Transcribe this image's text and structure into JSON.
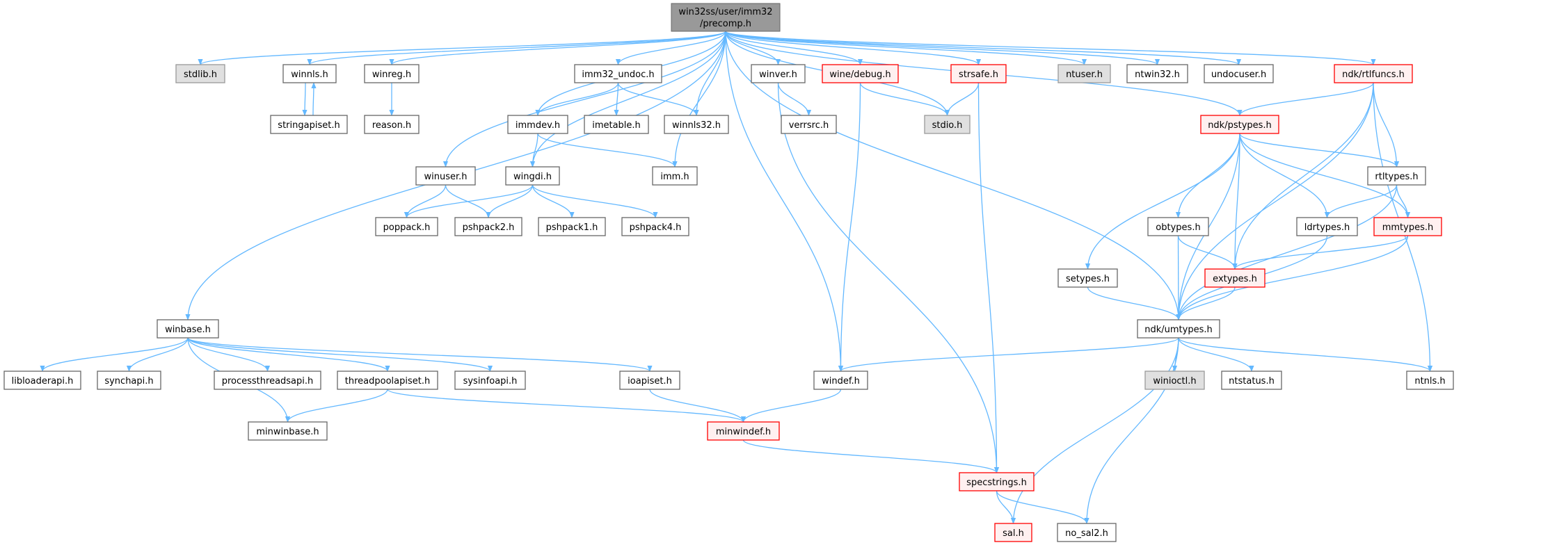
{
  "root": {
    "line1": "win32ss/user/imm32",
    "line2": "/precomp.h"
  },
  "colors": {
    "edge": "#63b8ff",
    "root_fill": "#999999",
    "root_border": "#666666",
    "normal_fill": "#ffffff",
    "normal_border": "#666666",
    "external_fill": "#e0e0e0",
    "external_border": "#999999",
    "incomplete_fill": "#fff0f0",
    "incomplete_border": "#ff0000"
  },
  "nodes": [
    {
      "id": "stdlib",
      "label": "stdlib.h",
      "kind": "external"
    },
    {
      "id": "winnls",
      "label": "winnls.h",
      "kind": "normal"
    },
    {
      "id": "winreg",
      "label": "winreg.h",
      "kind": "normal"
    },
    {
      "id": "imm32_undoc",
      "label": "imm32_undoc.h",
      "kind": "normal"
    },
    {
      "id": "winver",
      "label": "winver.h",
      "kind": "normal"
    },
    {
      "id": "winedebug",
      "label": "wine/debug.h",
      "kind": "incomplete"
    },
    {
      "id": "strsafe",
      "label": "strsafe.h",
      "kind": "incomplete"
    },
    {
      "id": "ntuser",
      "label": "ntuser.h",
      "kind": "external"
    },
    {
      "id": "ntwin32",
      "label": "ntwin32.h",
      "kind": "normal"
    },
    {
      "id": "undocuser",
      "label": "undocuser.h",
      "kind": "normal"
    },
    {
      "id": "rtlfuncs",
      "label": "ndk/rtlfuncs.h",
      "kind": "incomplete"
    },
    {
      "id": "stringapiset",
      "label": "stringapiset.h",
      "kind": "normal"
    },
    {
      "id": "reason",
      "label": "reason.h",
      "kind": "normal"
    },
    {
      "id": "immdev",
      "label": "immdev.h",
      "kind": "normal"
    },
    {
      "id": "imetable",
      "label": "imetable.h",
      "kind": "normal"
    },
    {
      "id": "winnls32",
      "label": "winnls32.h",
      "kind": "normal"
    },
    {
      "id": "verrsrc",
      "label": "verrsrc.h",
      "kind": "normal"
    },
    {
      "id": "stdio",
      "label": "stdio.h",
      "kind": "external"
    },
    {
      "id": "pstypes",
      "label": "ndk/pstypes.h",
      "kind": "incomplete"
    },
    {
      "id": "winuser",
      "label": "winuser.h",
      "kind": "normal"
    },
    {
      "id": "wingdi",
      "label": "wingdi.h",
      "kind": "normal"
    },
    {
      "id": "imm",
      "label": "imm.h",
      "kind": "normal"
    },
    {
      "id": "rtltypes",
      "label": "rtltypes.h",
      "kind": "normal"
    },
    {
      "id": "poppack",
      "label": "poppack.h",
      "kind": "normal"
    },
    {
      "id": "pshpack2",
      "label": "pshpack2.h",
      "kind": "normal"
    },
    {
      "id": "pshpack1",
      "label": "pshpack1.h",
      "kind": "normal"
    },
    {
      "id": "pshpack4",
      "label": "pshpack4.h",
      "kind": "normal"
    },
    {
      "id": "obtypes",
      "label": "obtypes.h",
      "kind": "normal"
    },
    {
      "id": "ldrtypes",
      "label": "ldrtypes.h",
      "kind": "normal"
    },
    {
      "id": "mmtypes",
      "label": "mmtypes.h",
      "kind": "incomplete"
    },
    {
      "id": "setypes",
      "label": "setypes.h",
      "kind": "normal"
    },
    {
      "id": "extypes",
      "label": "extypes.h",
      "kind": "incomplete"
    },
    {
      "id": "winbase",
      "label": "winbase.h",
      "kind": "normal"
    },
    {
      "id": "umtypes",
      "label": "ndk/umtypes.h",
      "kind": "normal"
    },
    {
      "id": "libloaderapi",
      "label": "libloaderapi.h",
      "kind": "normal"
    },
    {
      "id": "synchapi",
      "label": "synchapi.h",
      "kind": "normal"
    },
    {
      "id": "processthreadsapi",
      "label": "processthreadsapi.h",
      "kind": "normal"
    },
    {
      "id": "threadpoolapiset",
      "label": "threadpoolapiset.h",
      "kind": "normal"
    },
    {
      "id": "sysinfoapi",
      "label": "sysinfoapi.h",
      "kind": "normal"
    },
    {
      "id": "ioapiset",
      "label": "ioapiset.h",
      "kind": "normal"
    },
    {
      "id": "windef",
      "label": "windef.h",
      "kind": "normal"
    },
    {
      "id": "winioctl",
      "label": "winioctl.h",
      "kind": "external"
    },
    {
      "id": "ntstatus",
      "label": "ntstatus.h",
      "kind": "normal"
    },
    {
      "id": "ntnls",
      "label": "ntnls.h",
      "kind": "normal"
    },
    {
      "id": "minwinbase",
      "label": "minwinbase.h",
      "kind": "normal"
    },
    {
      "id": "minwindef",
      "label": "minwindef.h",
      "kind": "incomplete"
    },
    {
      "id": "specstrings",
      "label": "specstrings.h",
      "kind": "incomplete"
    },
    {
      "id": "sal",
      "label": "sal.h",
      "kind": "incomplete"
    },
    {
      "id": "no_sal2",
      "label": "no_sal2.h",
      "kind": "normal"
    }
  ],
  "edges": [
    [
      "root",
      "stdlib"
    ],
    [
      "root",
      "winnls"
    ],
    [
      "root",
      "winreg"
    ],
    [
      "root",
      "imm32_undoc"
    ],
    [
      "root",
      "immdev"
    ],
    [
      "root",
      "winnls32"
    ],
    [
      "root",
      "imm"
    ],
    [
      "root",
      "winuser"
    ],
    [
      "root",
      "wingdi"
    ],
    [
      "root",
      "winbase"
    ],
    [
      "root",
      "windef"
    ],
    [
      "root",
      "winver"
    ],
    [
      "root",
      "winedebug"
    ],
    [
      "root",
      "strsafe"
    ],
    [
      "root",
      "stdio"
    ],
    [
      "root",
      "ntuser"
    ],
    [
      "root",
      "ntwin32"
    ],
    [
      "root",
      "undocuser"
    ],
    [
      "root",
      "rtlfuncs"
    ],
    [
      "root",
      "pstypes"
    ],
    [
      "root",
      "umtypes"
    ],
    [
      "winnls",
      "stringapiset"
    ],
    [
      "stringapiset",
      "winnls"
    ],
    [
      "winreg",
      "reason"
    ],
    [
      "imm32_undoc",
      "immdev"
    ],
    [
      "imm32_undoc",
      "imetable"
    ],
    [
      "imm32_undoc",
      "winnls32"
    ],
    [
      "immdev",
      "wingdi"
    ],
    [
      "immdev",
      "imm"
    ],
    [
      "winuser",
      "poppack"
    ],
    [
      "winuser",
      "pshpack2"
    ],
    [
      "wingdi",
      "poppack"
    ],
    [
      "wingdi",
      "pshpack2"
    ],
    [
      "wingdi",
      "pshpack1"
    ],
    [
      "wingdi",
      "pshpack4"
    ],
    [
      "winver",
      "verrsrc"
    ],
    [
      "winver",
      "specstrings"
    ],
    [
      "winedebug",
      "stdio"
    ],
    [
      "winedebug",
      "windef"
    ],
    [
      "strsafe",
      "stdio"
    ],
    [
      "strsafe",
      "specstrings"
    ],
    [
      "rtlfuncs",
      "pstypes"
    ],
    [
      "rtlfuncs",
      "extypes"
    ],
    [
      "rtlfuncs",
      "rtltypes"
    ],
    [
      "rtlfuncs",
      "umtypes"
    ],
    [
      "rtlfuncs",
      "ntnls"
    ],
    [
      "pstypes",
      "setypes"
    ],
    [
      "pstypes",
      "umtypes"
    ],
    [
      "pstypes",
      "obtypes"
    ],
    [
      "pstypes",
      "extypes"
    ],
    [
      "pstypes",
      "ldrtypes"
    ],
    [
      "pstypes",
      "mmtypes"
    ],
    [
      "pstypes",
      "rtltypes"
    ],
    [
      "rtltypes",
      "ldrtypes"
    ],
    [
      "rtltypes",
      "mmtypes"
    ],
    [
      "rtltypes",
      "umtypes"
    ],
    [
      "obtypes",
      "extypes"
    ],
    [
      "obtypes",
      "umtypes"
    ],
    [
      "ldrtypes",
      "umtypes"
    ],
    [
      "mmtypes",
      "extypes"
    ],
    [
      "mmtypes",
      "umtypes"
    ],
    [
      "setypes",
      "umtypes"
    ],
    [
      "extypes",
      "umtypes"
    ],
    [
      "umtypes",
      "windef"
    ],
    [
      "umtypes",
      "winioctl"
    ],
    [
      "umtypes",
      "ntstatus"
    ],
    [
      "umtypes",
      "ntnls"
    ],
    [
      "umtypes",
      "sal"
    ],
    [
      "umtypes",
      "no_sal2"
    ],
    [
      "winbase",
      "libloaderapi"
    ],
    [
      "winbase",
      "synchapi"
    ],
    [
      "winbase",
      "processthreadsapi"
    ],
    [
      "winbase",
      "threadpoolapiset"
    ],
    [
      "winbase",
      "sysinfoapi"
    ],
    [
      "winbase",
      "ioapiset"
    ],
    [
      "winbase",
      "minwinbase"
    ],
    [
      "threadpoolapiset",
      "minwinbase"
    ],
    [
      "threadpoolapiset",
      "minwindef"
    ],
    [
      "ioapiset",
      "minwindef"
    ],
    [
      "windef",
      "minwindef"
    ],
    [
      "minwindef",
      "specstrings"
    ],
    [
      "specstrings",
      "sal"
    ],
    [
      "specstrings",
      "no_sal2"
    ]
  ]
}
